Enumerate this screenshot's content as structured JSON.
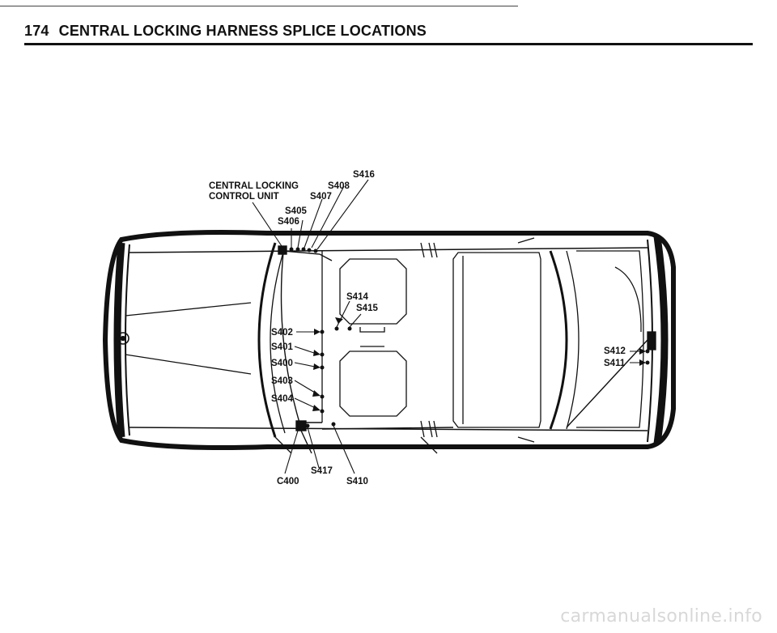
{
  "header": {
    "page_number": "174",
    "title": "CENTRAL LOCKING HARNESS SPLICE LOCATIONS"
  },
  "labels": {
    "control_unit_line1": "CENTRAL LOCKING",
    "control_unit_line2": "CONTROL UNIT",
    "s416": "S416",
    "s408": "S408",
    "s407": "S407",
    "s405": "S405",
    "s406": "S406",
    "s414": "S414",
    "s415": "S415",
    "s402": "S402",
    "s401": "S401",
    "s400": "S400",
    "s403": "S403",
    "s404": "S404",
    "s412": "S412",
    "s411": "S411",
    "s417": "S417",
    "c400": "C400",
    "s410": "S410"
  },
  "watermark": "carmanualsonline.info"
}
